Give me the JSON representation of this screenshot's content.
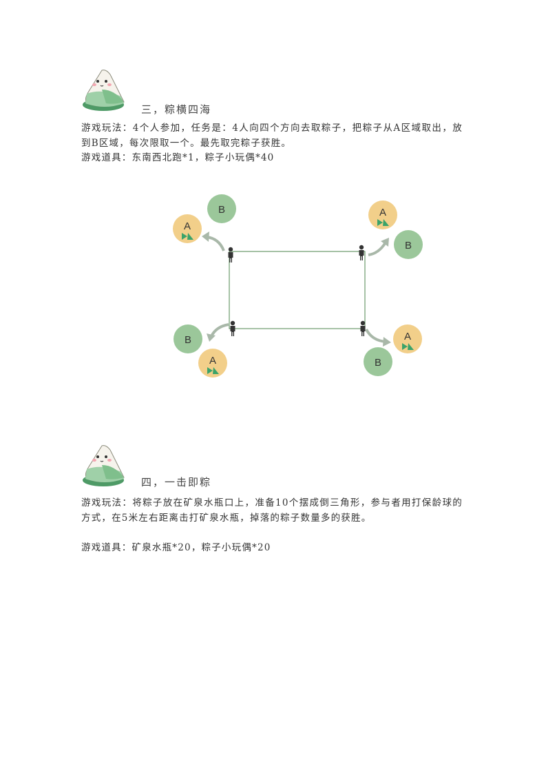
{
  "section3": {
    "heading": "三，粽横四海",
    "rules": "游戏玩法：4个人参加，任务是：4人向四个方向去取粽子，把粽子从A区域取出，放到B区域，每次限取一个。最先取完粽子获胜。",
    "props": "游戏道具：东南西北跑*1，粽子小玩偶*40"
  },
  "diagram": {
    "label_a": "A",
    "label_b": "B",
    "colors": {
      "a_zone": "#f2cf8a",
      "b_zone": "#9bc79a",
      "field": "#6a9a6a",
      "arrow": "#a9b8a9",
      "person": "#333333"
    }
  },
  "section4": {
    "heading": "四，一击即粽",
    "rules": "游戏玩法：将粽子放在矿泉水瓶口上，准备10个摆成倒三角形，参与者用打保龄球的方式，在5米左右距离击打矿泉水瓶，掉落的粽子数量多的获胜。",
    "props": "游戏道具：矿泉水瓶*20，粽子小玩偶*20"
  }
}
